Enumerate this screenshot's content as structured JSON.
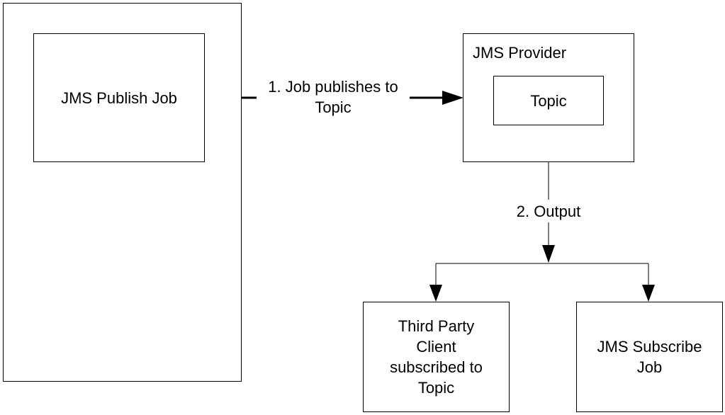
{
  "nodes": {
    "publisher_job": "JMS Publish Job",
    "provider": "JMS Provider",
    "topic": "Topic",
    "third_party": "Third Party\nClient\nsubscribed to\nTopic",
    "subscribe_job": "JMS Subscribe\nJob"
  },
  "edges": {
    "publish": "1. Job publishes  to\nTopic",
    "output": "2. Output"
  }
}
